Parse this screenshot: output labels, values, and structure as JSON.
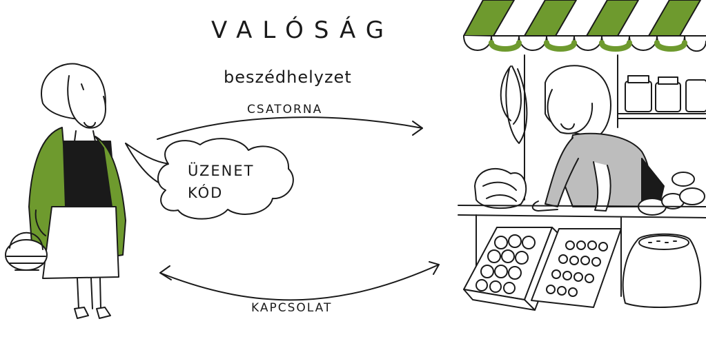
{
  "title": "VALÓSÁG",
  "subtitle": "beszédhelyzet",
  "channel_label": "CSATORNA",
  "connection_label": "KAPCSOLAT",
  "speech_bubble": {
    "line1": "ÜZENET",
    "line2": "KÓD"
  },
  "colors": {
    "green": "#6e9a2e",
    "ink": "#1a1a1a",
    "gray": "#bdbdbd"
  },
  "figures": [
    "customer-woman-with-basket",
    "market-vendor-woman",
    "market-stall"
  ]
}
